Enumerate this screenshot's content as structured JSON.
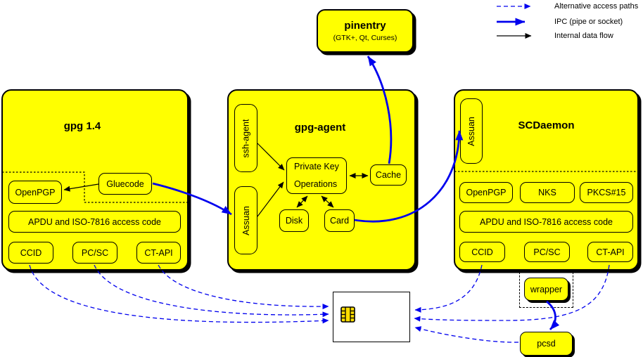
{
  "legend": {
    "items": [
      {
        "label": "Alternative access paths"
      },
      {
        "label": "IPC (pipe or socket)"
      },
      {
        "label": "Internal data flow"
      }
    ]
  },
  "pinentry": {
    "title": "pinentry",
    "subtitle": "(GTK+, Qt, Curses)"
  },
  "gpg14": {
    "title": "gpg 1.4",
    "openpgp": "OpenPGP",
    "gluecode": "Gluecode",
    "apdu": "APDU and ISO-7816 access code",
    "ccid": "CCID",
    "pcsc": "PC/SC",
    "ctapi": "CT-API"
  },
  "gpg_agent": {
    "title": "gpg-agent",
    "ssh_agent": "ssh-agent",
    "assuan": "Assuan",
    "pko_line1": "Private Key",
    "pko_line2": "Operations",
    "cache": "Cache",
    "disk": "Disk",
    "card": "Card"
  },
  "scdaemon": {
    "title": "SCDaemon",
    "assuan": "Assuan",
    "openpgp": "OpenPGP",
    "nks": "NKS",
    "pkcs15": "PKCS#15",
    "apdu": "APDU and ISO-7816 access code",
    "ccid": "CCID",
    "pcsc": "PC/SC",
    "ctapi": "CT-API"
  },
  "external": {
    "wrapper": "wrapper",
    "pcsd": "pcsd"
  },
  "colors": {
    "box_fill": "#ffff00",
    "border": "#000000",
    "arrow_blue": "#0000ee",
    "background": "#ffffff"
  }
}
